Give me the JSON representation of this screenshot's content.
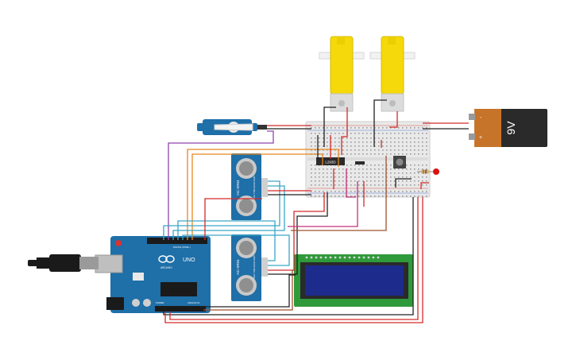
{
  "battery": {
    "label": "9V",
    "plus": "+",
    "minus": "-"
  },
  "arduino": {
    "logo": "UNO",
    "brand": "ARDUINO",
    "digital": "DIGITAL (PWM~)",
    "analog": "ANALOG IN",
    "power": "POWER"
  },
  "sensor_top": {
    "label": "HC-SR04",
    "pins": "VCC TRIG ECHO GND"
  },
  "sensor_bottom": {
    "label": "HC-SR04",
    "pins": "VCC TRIG ECHO GND"
  },
  "chip": {
    "label": "L293D"
  },
  "colors": {
    "wire_red": "#d42a2a",
    "wire_black": "#222222",
    "wire_orange": "#e8871e",
    "wire_purple": "#8e44ad",
    "wire_cyan": "#3aa6c8",
    "wire_brown": "#a0522d",
    "wire_magenta": "#c2307a",
    "motor_yellow": "#f5d90a",
    "arduino_blue": "#1f6fa8",
    "lcd_green": "#2f9a3a",
    "lcd_screen": "#1c2b8c",
    "battery_orange": "#c7742b"
  }
}
